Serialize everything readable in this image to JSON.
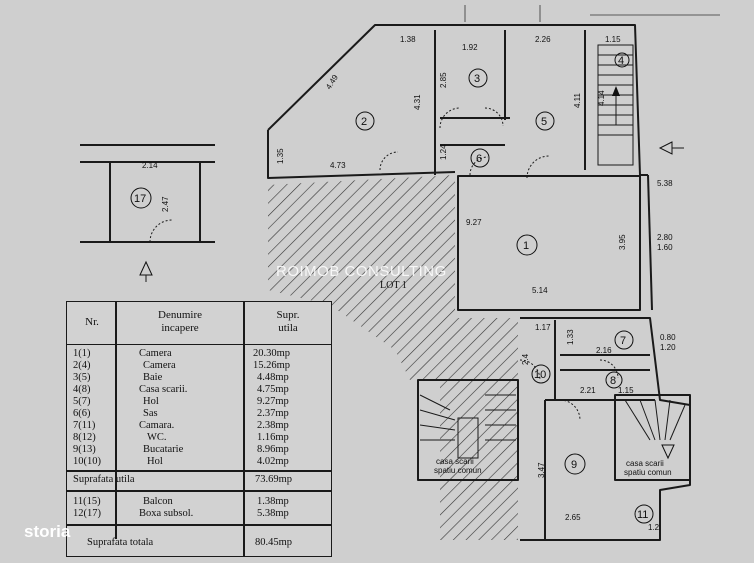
{
  "watermark": "ROIMOB CONSULTING",
  "lot_label": "LOT 1",
  "brand": "storia",
  "table": {
    "headers": {
      "nr": "Nr.",
      "denumire": "Denumire\nincapere",
      "supr": "Supr.\nutila"
    },
    "rows": [
      {
        "nr": "1(1)",
        "name": "Camera",
        "area": "20.30mp"
      },
      {
        "nr": "2(4)",
        "name": "Camera",
        "area": "15.26mp"
      },
      {
        "nr": "3(5)",
        "name": "Baie",
        "area": "4.48mp"
      },
      {
        "nr": "4(8)",
        "name": "Casa scarii.",
        "area": "4.75mp"
      },
      {
        "nr": "5(7)",
        "name": "Hol",
        "area": "9.27mp"
      },
      {
        "nr": "6(6)",
        "name": "Sas",
        "area": "2.37mp"
      },
      {
        "nr": "7(11)",
        "name": "Camara.",
        "area": "2.38mp"
      },
      {
        "nr": "8(12)",
        "name": "WC.",
        "area": "1.16mp"
      },
      {
        "nr": "9(13)",
        "name": "Bucatarie",
        "area": "8.96mp"
      },
      {
        "nr": "10(10)",
        "name": "Hol",
        "area": "4.02mp"
      }
    ],
    "suprafata_utila": {
      "label": "Suprafata utila",
      "value": "73.69mp"
    },
    "extra_rows": [
      {
        "nr": "11(15)",
        "name": "Balcon",
        "area": "1.38mp"
      },
      {
        "nr": "12(17)",
        "name": "Boxa subsol.",
        "area": "5.38mp"
      }
    ],
    "suprafata_totala": {
      "label": "Suprafata totala",
      "value": "80.45mp"
    }
  },
  "rooms": [
    "1",
    "2",
    "3",
    "4",
    "5",
    "6",
    "7",
    "8",
    "9",
    "10",
    "11",
    "17"
  ],
  "dimensions": [
    "1.38",
    "1.92",
    "2.26",
    "1.15",
    "4.49",
    "4.31",
    "2.85",
    "4.11",
    "4.14",
    "1.35",
    "4.73",
    "1.24",
    "3.95",
    "5.14",
    "1.17",
    "1.33",
    "2.16",
    "2.4",
    "2.21",
    "1.15",
    "3.47",
    "2.65",
    "1.2",
    "2.14",
    "2.47",
    "5.38",
    "9.27",
    "2.80",
    "1.60",
    "0.80",
    "1.20"
  ],
  "captions": {
    "stair_left": "casa scarii\nspatiu comun",
    "stair_right": "casa scarii\nspatiu comun"
  }
}
